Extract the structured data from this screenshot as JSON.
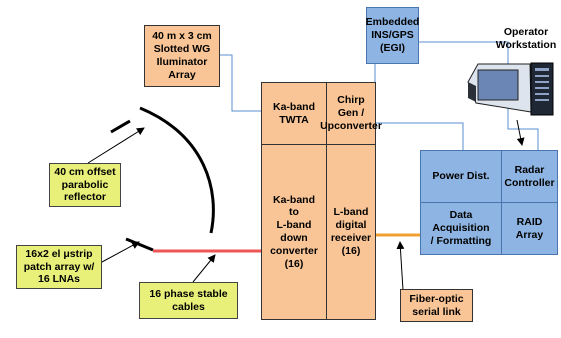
{
  "illuminator": "40 m x 3 cm\nSlotted WG\nIluminator\nArray",
  "egi": "Embedded\nINS/GPS\n(EGI)",
  "operator": "Operator\nWorkstation",
  "twta": "Ka-band\nTWTA",
  "chirp": "Chirp\nGen /\nUpconverter",
  "downconverter": "Ka-band\nto\nL-band\ndown\nconverter\n(16)",
  "receiver": "L-band\ndigital\nreceiver\n(16)",
  "reflector": "40 cm offset\nparabolic\nreflector",
  "patch_array": "16x2 el μstrip\npatch array w/\n16 LNAs",
  "cables": "16 phase stable\ncables",
  "power": "Power Dist.",
  "radar_ctrl": "Radar\nController",
  "daq": "Data\nAcquisition\n/ Formatting",
  "raid": "RAID\nArray",
  "fiber": "Fiber-optic\nserial link",
  "colors": {
    "orange": "#f9c596",
    "yellow": "#e8f07a",
    "blue": "#8db4e2",
    "cable_red": "#ee5555",
    "fiber_orange": "#f0a030",
    "connector_blue": "#5b8fd0"
  },
  "icons": [
    "operator-workstation-icon",
    "parabolic-reflector-shape",
    "illuminator-array-shape",
    "patch-array-shape"
  ]
}
